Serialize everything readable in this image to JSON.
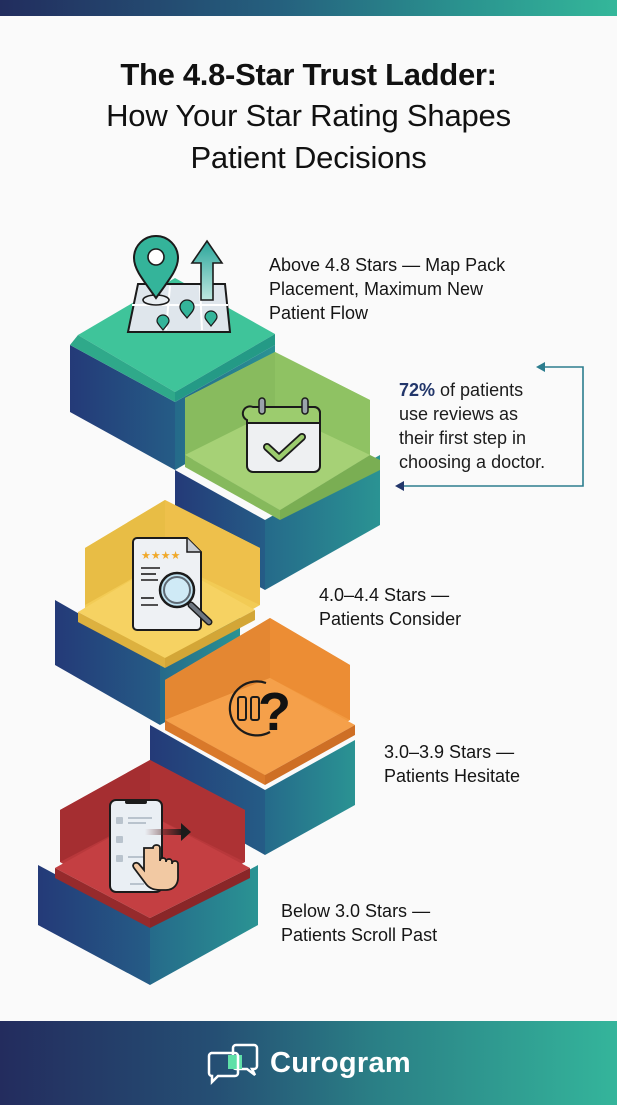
{
  "header": {
    "title_line1": "The 4.8-Star Trust Ladder:",
    "title_line2": "How Your Star Rating Shapes",
    "title_line3": "Patient Decisions"
  },
  "ladder": {
    "steps": [
      {
        "label": "Above 4.8 Stars — Map Pack Placement, Maximum New Patient Flow",
        "color": "#3fc49a",
        "icon": "map-pin-arrow-up-icon"
      },
      {
        "label": "",
        "color": "#98c96a",
        "icon": "calendar-check-icon"
      },
      {
        "label": "4.0–4.4 Stars — Patients Consider",
        "color": "#f1c94f",
        "icon": "document-review-magnifier-icon"
      },
      {
        "label": "3.0–3.9 Stars — Patients Hesitate",
        "color": "#f2923a",
        "icon": "pause-question-icon"
      },
      {
        "label": "Below 3.0 Stars — Patients Scroll Past",
        "color": "#b8373a",
        "icon": "phone-swipe-hand-icon"
      }
    ],
    "labels": {
      "top_l1": "Above 4.8 Stars — Map Pack",
      "top_l2": "Placement, Maximum New",
      "top_l3": "Patient Flow",
      "consider_l1": "4.0–4.4 Stars —",
      "consider_l2": "Patients Consider",
      "hesitate_l1": "3.0–3.9 Stars —",
      "hesitate_l2": "Patients Hesitate",
      "scroll_l1": "Below 3.0 Stars —",
      "scroll_l2": "Patients Scroll Past"
    }
  },
  "stat": {
    "percent": "72%",
    "line1_rest": " of patients",
    "line2": "use reviews as",
    "line3": "their first step in",
    "line4": "choosing a doctor."
  },
  "footer": {
    "brand": "Curogram",
    "logo_icon": "chat-bubbles-icon"
  },
  "colors": {
    "navy": "#22366a",
    "teal": "#34b79a",
    "base_blue": "#23427a"
  }
}
